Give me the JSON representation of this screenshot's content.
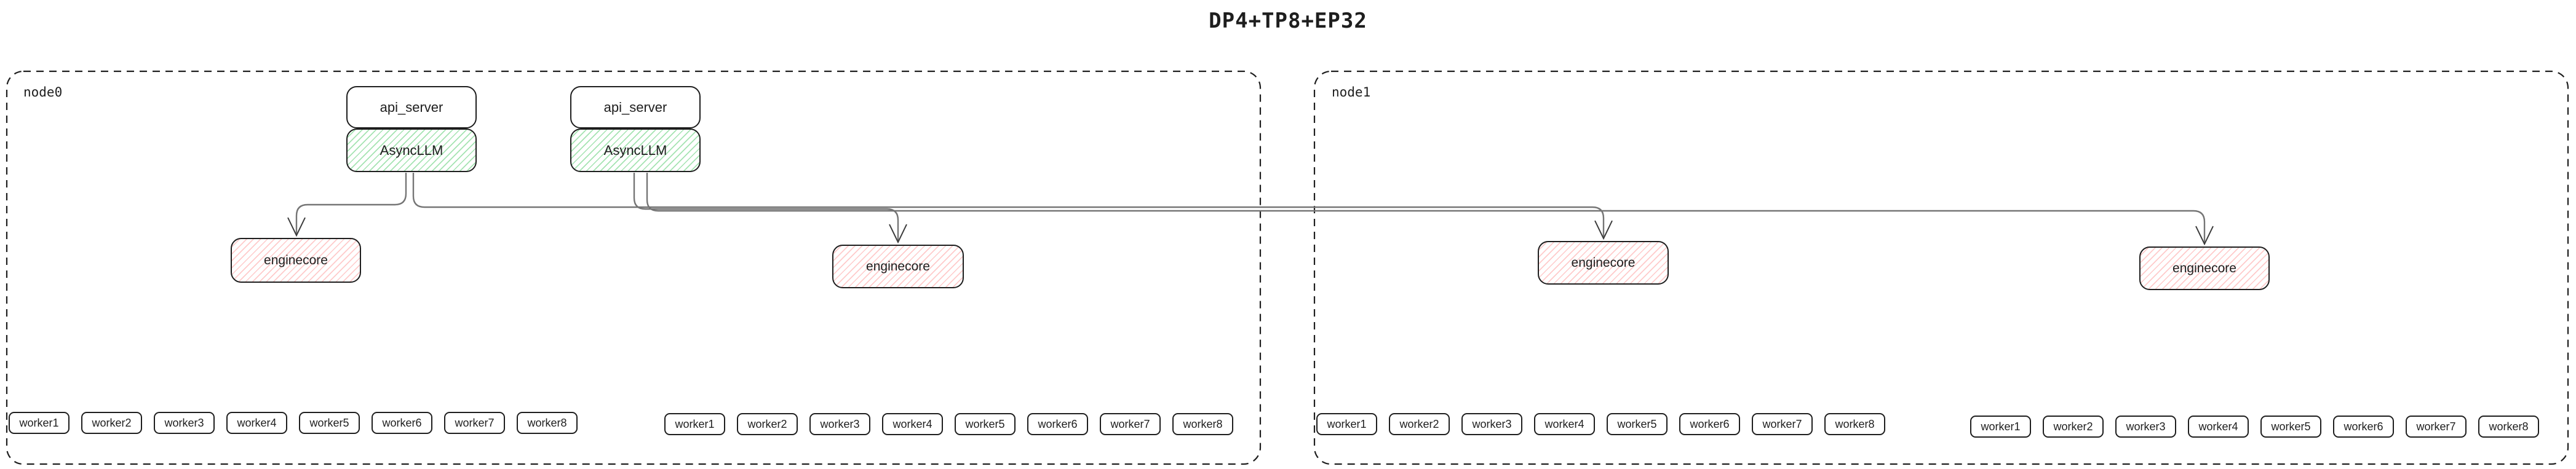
{
  "title": "DP4+TP8+EP32",
  "colors": {
    "box_border": "#1e1e1e",
    "connector_line": "#757575",
    "arrowhead": "#3a3a3a",
    "green_hatch": "#4bc864",
    "pink_hatch": "#ff8282"
  },
  "node0": {
    "label": "node0",
    "stacks": [
      {
        "api_server": "api_server",
        "asyncllm": "AsyncLLM"
      },
      {
        "api_server": "api_server",
        "asyncllm": "AsyncLLM"
      }
    ],
    "enginecores": [
      "enginecore",
      "enginecore"
    ],
    "worker_groups": [
      [
        "worker1",
        "worker2",
        "worker3",
        "worker4",
        "worker5",
        "worker6",
        "worker7",
        "worker8"
      ],
      [
        "worker1",
        "worker2",
        "worker3",
        "worker4",
        "worker5",
        "worker6",
        "worker7",
        "worker8"
      ]
    ]
  },
  "node1": {
    "label": "node1",
    "enginecores": [
      "enginecore",
      "enginecore"
    ],
    "worker_groups": [
      [
        "worker1",
        "worker2",
        "worker3",
        "worker4",
        "worker5",
        "worker6",
        "worker7",
        "worker8"
      ],
      [
        "worker1",
        "worker2",
        "worker3",
        "worker4",
        "worker5",
        "worker6",
        "worker7",
        "worker8"
      ]
    ]
  }
}
